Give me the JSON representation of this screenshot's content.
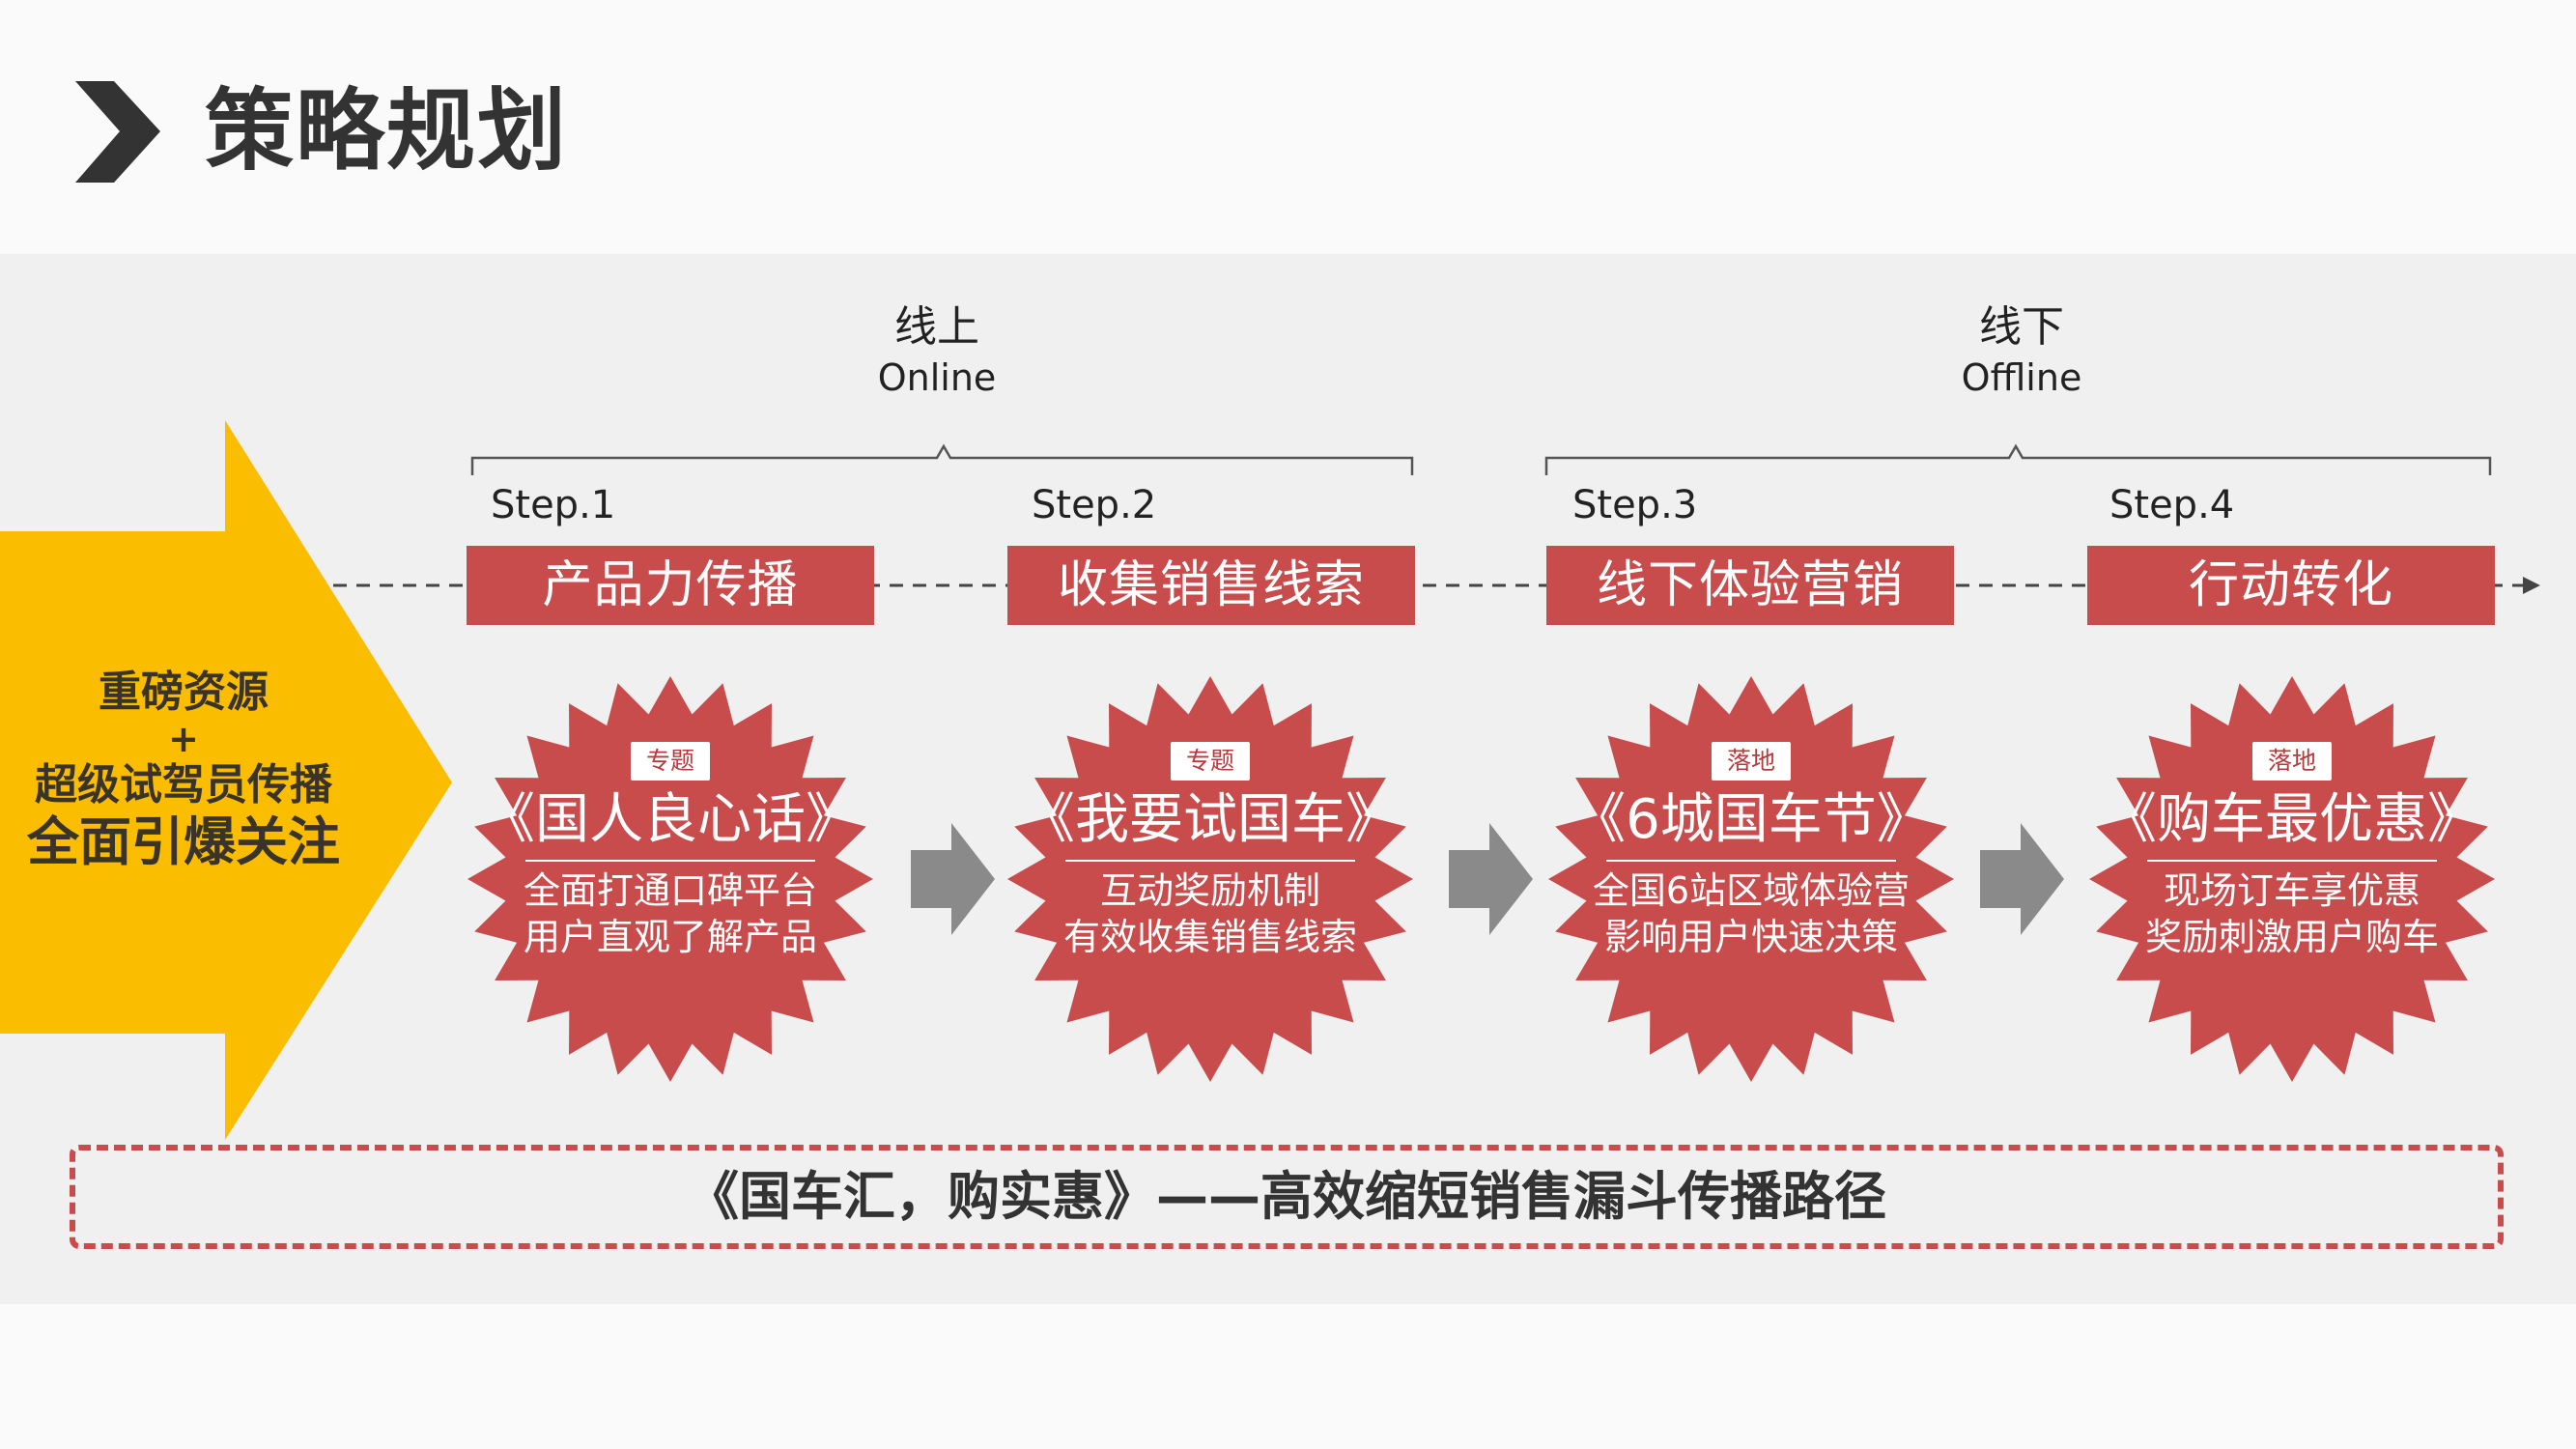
{
  "header": {
    "title": "策略规划",
    "chevron_icon": "chevron-right-icon"
  },
  "phases": [
    {
      "cn": "线上",
      "en": "Online"
    },
    {
      "cn": "线下",
      "en": "Offline"
    }
  ],
  "steps": [
    {
      "label": "Step.1",
      "title": "产品力传播"
    },
    {
      "label": "Step.2",
      "title": "收集销售线索"
    },
    {
      "label": "Step.3",
      "title": "线下体验营销"
    },
    {
      "label": "Step.4",
      "title": "行动转化"
    }
  ],
  "resource_arrow": {
    "line1": "重磅资源",
    "line2": "+",
    "line3": "超级试驾员传播",
    "line4": "全面引爆关注"
  },
  "badges": [
    {
      "tag": "专题",
      "headline": "《国人良心话》",
      "desc1": "全面打通口碑平台",
      "desc2": "用户直观了解产品"
    },
    {
      "tag": "专题",
      "headline": "《我要试国车》",
      "desc1": "互动奖励机制",
      "desc2": "有效收集销售线索"
    },
    {
      "tag": "落地",
      "headline": "《6城国车节》",
      "desc1": "全国6站区域体验营",
      "desc2": "影响用户快速决策"
    },
    {
      "tag": "落地",
      "headline": "《购车最优惠》",
      "desc1": "现场订车享优惠",
      "desc2": "奖励刺激用户购车"
    }
  ],
  "summary": "《国车汇，购实惠》——高效缩短销售漏斗传播路径",
  "colors": {
    "accent_red": "#c94c4d",
    "arrow_yellow": "#fbbd00",
    "grey_arrow": "#8a8a8a",
    "title_dark": "#333333"
  }
}
